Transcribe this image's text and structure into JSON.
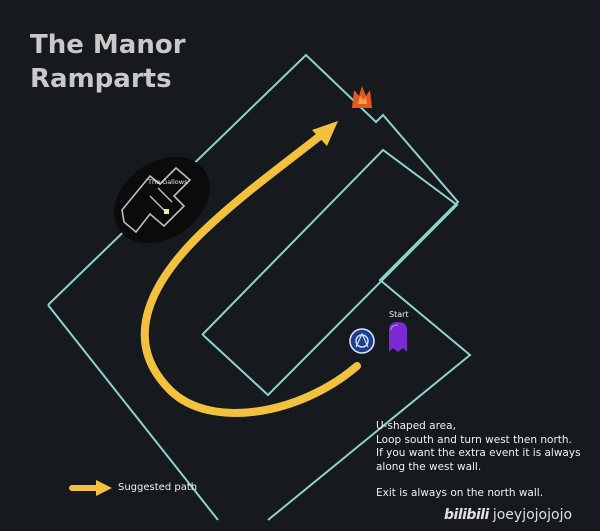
{
  "title": {
    "line1": "The Manor",
    "line2": "Ramparts"
  },
  "map": {
    "start_label": "Start",
    "gallows_label": "The Gallows",
    "path_color": "#f2c23f",
    "wall_color": "#8fd3c8",
    "exit_marker_color": "#e8561d",
    "player_marker_color": "#7b2bd4",
    "icons": [
      "exit-flame-icon",
      "player-ghost-icon",
      "waypoint-emblem-icon",
      "minimap-gallows-icon"
    ]
  },
  "notes": {
    "line1": "U-shaped area,",
    "line2": "Loop south and turn west then north.",
    "line3": "If you want the extra event it is always",
    "line4": "along the west wall.",
    "line5": "Exit is always on the north wall."
  },
  "legend": {
    "label": "Suggested path"
  },
  "watermark": {
    "brand": "bilibili",
    "user": "joeyjojojojo"
  }
}
